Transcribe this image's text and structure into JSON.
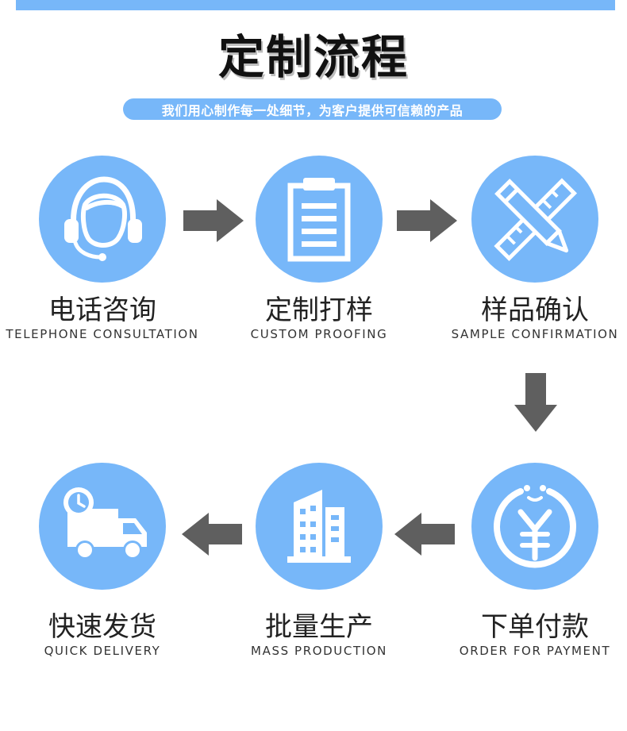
{
  "header": {
    "title": "定制流程",
    "subtitle": "我们用心制作每一处细节，为客户提供可信赖的产品"
  },
  "steps": [
    {
      "zh": "电话咨询",
      "en": "TELEPHONE CONSULTATION",
      "icon": "headset-icon"
    },
    {
      "zh": "定制打样",
      "en": "CUSTOM PROOFING",
      "icon": "clipboard-icon"
    },
    {
      "zh": "样品确认",
      "en": "SAMPLE CONFIRMATION",
      "icon": "pencil-ruler-icon"
    },
    {
      "zh": "下单付款",
      "en": "ORDER FOR PAYMENT",
      "icon": "yuan-coin-icon"
    },
    {
      "zh": "批量生产",
      "en": "MASS PRODUCTION",
      "icon": "building-icon"
    },
    {
      "zh": "快速发货",
      "en": "QUICK DELIVERY",
      "icon": "delivery-truck-icon"
    }
  ],
  "colors": {
    "accent": "#77b7f9",
    "arrow": "#5f5f5f",
    "text": "#222222"
  }
}
